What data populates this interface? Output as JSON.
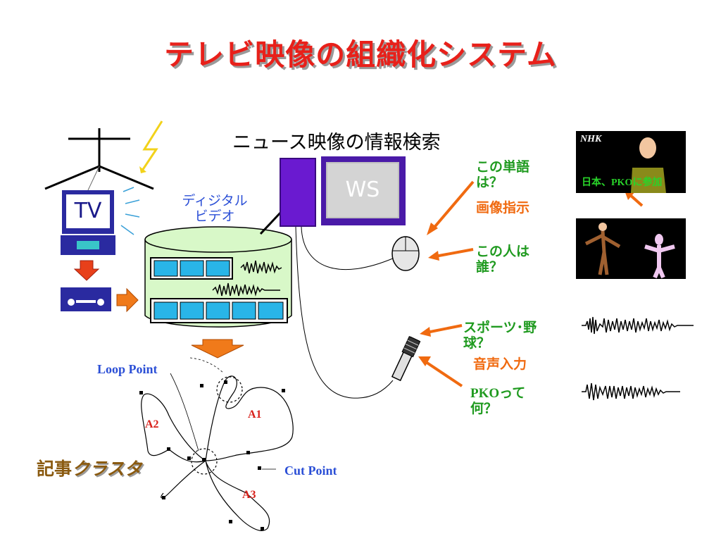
{
  "title": "テレビ映像の組織化システム",
  "subtitle": "ニュース映像の情報検索",
  "tv": {
    "label": "TV"
  },
  "digital_video": {
    "line1": "ディジタル",
    "line2": "ビデオ"
  },
  "workstation": {
    "label": "WS"
  },
  "queries": {
    "word_line1": "この単語",
    "word_line2": "は？",
    "image_cmd": "画像指示",
    "person_line1": "この人は",
    "person_line2": "誰？",
    "sports_line1": "スポーツ･野",
    "sports_line2": "球？",
    "voice_input": "音声入力",
    "pko_line1": "PKOって",
    "pko_line2": "何？"
  },
  "nhk": {
    "logo": "NHK",
    "caption": "日本、PKOに参加"
  },
  "cluster": {
    "loop_point": "Loop Point",
    "cut_point": "Cut  Point",
    "a1": "A1",
    "a2": "A2",
    "a3": "A3",
    "caption_prefix": "記事",
    "caption_main": "クラスタ"
  },
  "colors": {
    "title": "#e8201a",
    "arrow_orange": "#f06a10",
    "green_text": "#1f9a1f",
    "blue_text": "#2b4fd6",
    "ws_purple": "#4a1aa8",
    "db_fill": "#d8f8c8",
    "frame_cyan": "#29b5e8"
  },
  "icons": [
    "antenna-icon",
    "lightning-icon",
    "tv-icon",
    "videotape-icon",
    "database-icon",
    "workstation-icon",
    "mouse-icon",
    "microphone-icon",
    "waveform-icon",
    "person-icon"
  ]
}
